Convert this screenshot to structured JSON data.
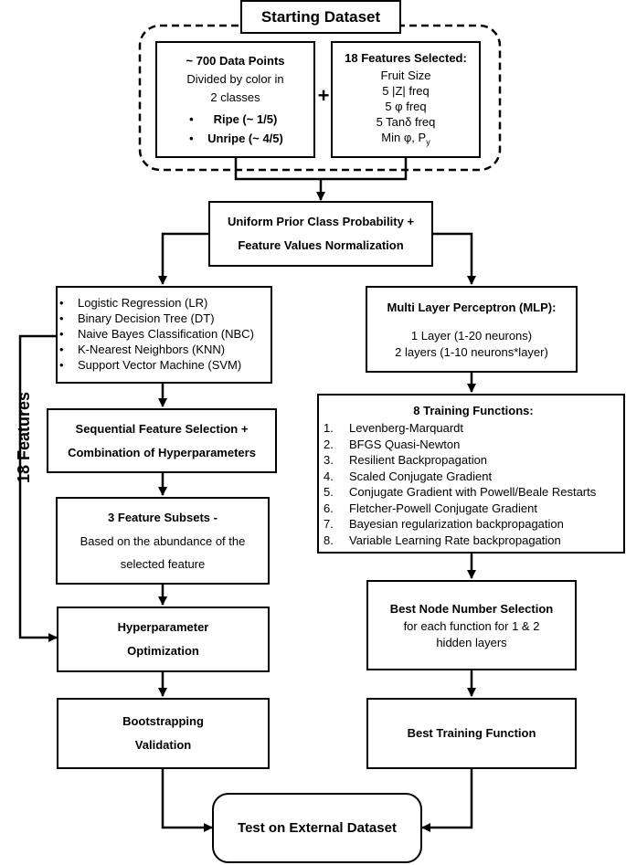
{
  "start": {
    "title": "Starting Dataset"
  },
  "dataset": {
    "points": "~ 700 Data Points",
    "divided_line1": "Divided by color in",
    "divided_line2": "2 classes",
    "classes": [
      "Ripe  (~ 1/5)",
      "Unripe  (~ 4/5)"
    ]
  },
  "plus_sign": "+",
  "features": {
    "title": "18 Features Selected:",
    "items": [
      "Fruit Size",
      "5 |Z| freq",
      "5 φ freq",
      "5 Tanδ freq",
      "Min φ, P"
    ],
    "subscript": "y"
  },
  "normalization": {
    "line1": "Uniform Prior Class Probability  +",
    "line2": "Feature Values Normalization"
  },
  "side_label": "18 Features",
  "classifiers": {
    "items": [
      "Logistic Regression (LR)",
      "Binary Decision Tree (DT)",
      "Naive Bayes Classification (NBC)",
      "K-Nearest Neighbors (KNN)",
      "Support Vector Machine (SVM)"
    ]
  },
  "sfs": {
    "line1": "Sequential  Feature  Selection  +",
    "line2": "Combination of Hyperparameters"
  },
  "subsets": {
    "title": "3  Feature Subsets  -",
    "line2": "Based on the abundance of the",
    "line3": "selected feature"
  },
  "hyper": {
    "line1": "Hyperparameter",
    "line2": "Optimization"
  },
  "boot": {
    "line1": "Bootstrapping",
    "line2": "Validation"
  },
  "mlp": {
    "title": "Multi Layer Perceptron (MLP):",
    "line1": "1 Layer (1-20 neurons)",
    "line2": "2 layers (1-10 neurons*layer)"
  },
  "training": {
    "title": "8 Training Functions:",
    "items": [
      {
        "num": "1.",
        "label": "Levenberg-Marquardt"
      },
      {
        "num": "2.",
        "label": "BFGS Quasi-Newton"
      },
      {
        "num": "3.",
        "label": "Resilient Backpropagation"
      },
      {
        "num": "4.",
        "label": "Scaled Conjugate Gradient"
      },
      {
        "num": "5.",
        "label": "Conjugate Gradient with Powell/Beale Restarts"
      },
      {
        "num": "6.",
        "label": "Fletcher-Powell Conjugate Gradient"
      },
      {
        "num": "7.",
        "label": "Bayesian regularization  backpropagation"
      },
      {
        "num": "8.",
        "label": "Variable Learning Rate backpropagation"
      }
    ]
  },
  "bestnode": {
    "title": "Best Node Number Selection",
    "line2": "for each function for 1 & 2",
    "line3": "hidden layers"
  },
  "besttrain": {
    "title": "Best Training Function"
  },
  "test": {
    "title": "Test on External Dataset"
  }
}
